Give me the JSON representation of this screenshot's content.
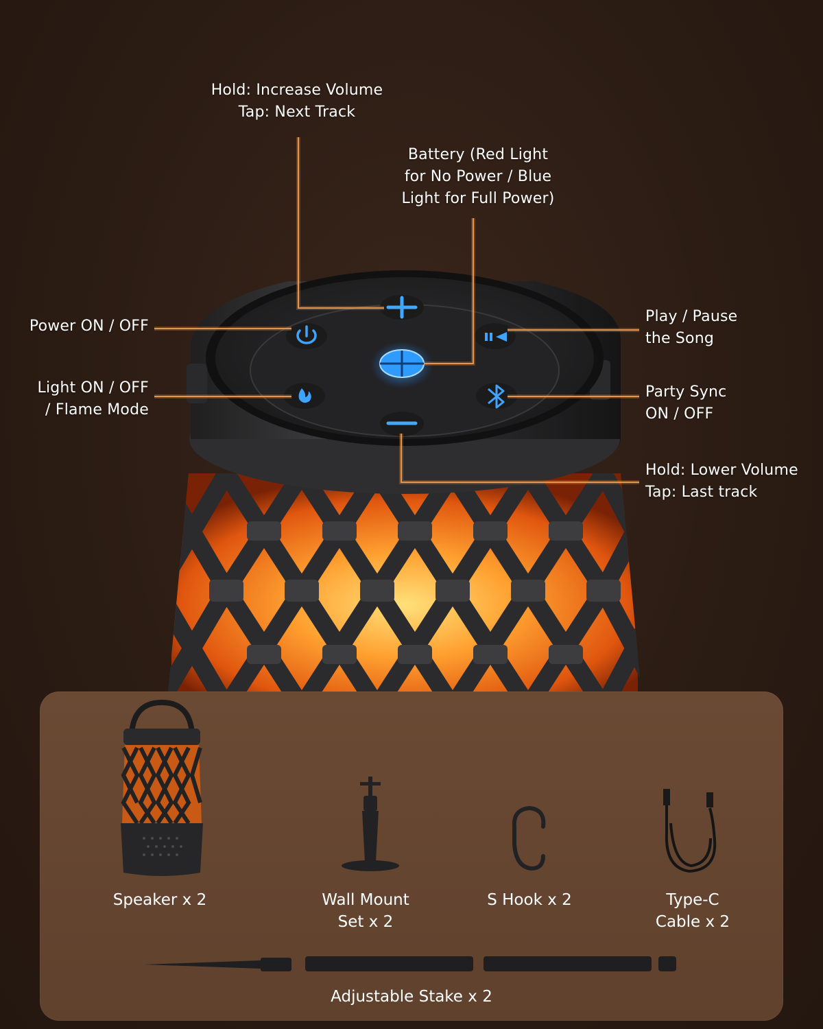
{
  "callouts": {
    "volume_up": [
      "Hold: Increase Volume",
      "Tap: Next Track"
    ],
    "battery": [
      "Battery (Red Light",
      "for No Power / Blue",
      "Light for Full Power)"
    ],
    "power": [
      "Power ON / OFF"
    ],
    "light": [
      "Light ON / OFF",
      "/ Flame Mode"
    ],
    "play": [
      "Play / Pause",
      "the Song"
    ],
    "party": [
      "Party Sync",
      "ON / OFF"
    ],
    "volume_down": [
      "Hold: Lower Volume",
      "Tap: Last track"
    ]
  },
  "accessories": {
    "speaker": [
      "Speaker x 2"
    ],
    "wall_mount": [
      "Wall Mount",
      "Set x 2"
    ],
    "s_hook": [
      "S Hook x 2"
    ],
    "cable": [
      "Type-C",
      "Cable x 2"
    ],
    "stake": [
      "Adjustable Stake x 2"
    ]
  },
  "colors": {
    "background": "#2a1b13",
    "panel": "#664631",
    "callout_line": "#e39552",
    "button_glow": "#2f9bff",
    "flame": "#ff9a2e"
  },
  "icons": [
    "plus-icon",
    "minus-icon",
    "power-icon",
    "battery-icon",
    "play-pause-icon",
    "bluetooth-icon",
    "flame-icon"
  ]
}
